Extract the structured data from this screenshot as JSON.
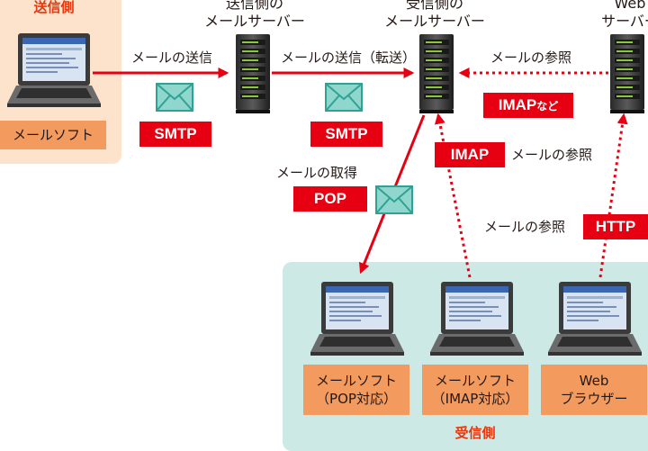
{
  "zones": {
    "sender_title": "送信側",
    "receiver_title": "受信側"
  },
  "servers": {
    "sender": [
      "送信側の",
      "メールサーバー"
    ],
    "receiver": [
      "受信側の",
      "メールサーバー"
    ],
    "web": [
      "Web",
      "サーバー"
    ]
  },
  "arrows": {
    "send": "メールの送信",
    "transfer": "メールの送信（転送）",
    "ref_top": "メールの参照",
    "ref_imap": "メールの参照",
    "retrieve": "メールの取得",
    "ref_http": "メールの参照"
  },
  "protocols": {
    "smtp1": "SMTP",
    "smtp2": "SMTP",
    "imap_etc": "IMAP",
    "imap_etc_suffix": "など",
    "imap": "IMAP",
    "pop": "POP",
    "http": "HTTP"
  },
  "clients": {
    "sender_software": "メールソフト",
    "pop_client": [
      "メールソフト",
      "（POP対応）"
    ],
    "imap_client": [
      "メールソフト",
      "（IMAP対応）"
    ],
    "browser": [
      "Web",
      "ブラウザー"
    ]
  },
  "colors": {
    "arrow": "#e60012",
    "protocol_bg": "#e60012",
    "box_bg": "#f39a5f",
    "envelope": "#5cc4b8",
    "sender_zone": "#fde3cc",
    "receiver_zone": "#cde9e6"
  },
  "icons": [
    "laptop-icon",
    "server-icon",
    "envelope-icon"
  ]
}
